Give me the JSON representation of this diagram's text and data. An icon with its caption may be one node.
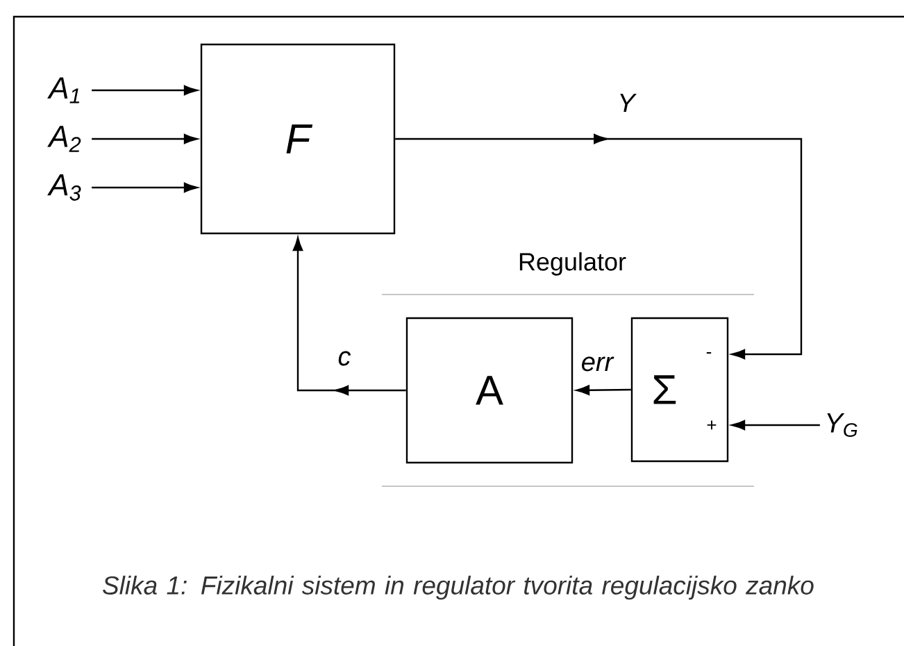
{
  "diagram": {
    "caption": "Slika 1: Fizikalni sistem in regulator tvorita regulacijsko zanko",
    "nodes": [
      {
        "text": [
          "A$_{1}$"
        ]
      },
      {
        "text": [
          "A$_{2}$"
        ]
      },
      {
        "text": [
          "A$_{3}$"
        ]
      },
      {
        "text": [
          "F"
        ]
      },
      {
        "text": [
          "A"
        ]
      },
      {
        "text": [
          "Σ",
          "-",
          "+"
        ]
      },
      {
        "text": [
          "Y$_{G}$"
        ]
      }
    ],
    "edges": [
      {
        "from": 0,
        "to": 3,
        "arrow": "to"
      },
      {
        "from": 1,
        "to": 3,
        "arrow": "to"
      },
      {
        "from": 2,
        "to": 3,
        "arrow": "to"
      },
      {
        "from": 3,
        "to": 5,
        "arrow": "to",
        "label": "Y"
      },
      {
        "from": 5,
        "to": 4,
        "arrow": "to",
        "label": "err"
      },
      {
        "from": 4,
        "to": 3,
        "arrow": "to",
        "label": "c"
      },
      {
        "from": 6,
        "to": 5,
        "arrow": "to"
      }
    ],
    "labels": [
      "Regulator"
    ]
  }
}
